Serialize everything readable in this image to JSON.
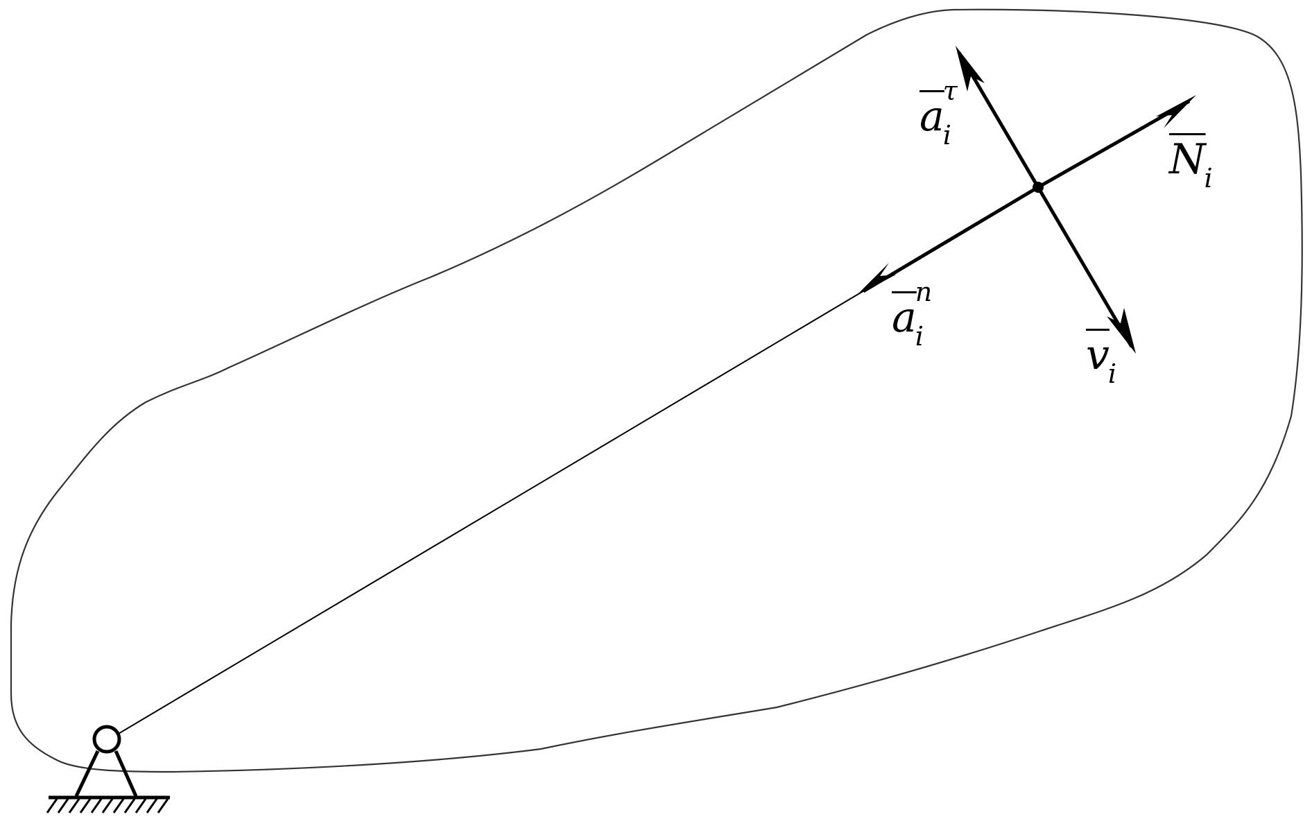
{
  "labels": {
    "a_tau": {
      "base": "a",
      "sub": "i",
      "sup": "τ"
    },
    "a_n": {
      "base": "a",
      "sub": "i",
      "sup": "n"
    },
    "N": {
      "base": "N",
      "sub": "i"
    },
    "v": {
      "base": "v",
      "sub": "i"
    }
  },
  "colors": {
    "stroke": "#000000",
    "outline": "#333333",
    "background": "#ffffff"
  }
}
